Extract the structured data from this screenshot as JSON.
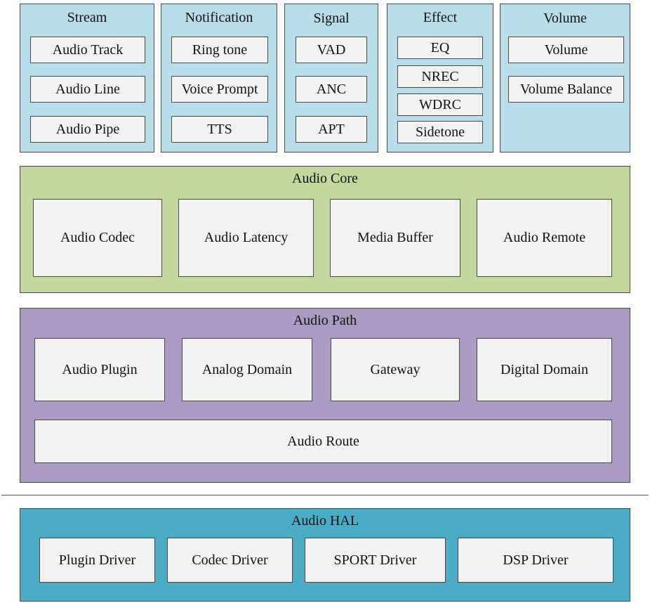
{
  "top_modules": {
    "stream": {
      "title": "Stream",
      "items": [
        "Audio Track",
        "Audio Line",
        "Audio Pipe"
      ]
    },
    "notification": {
      "title": "Notification",
      "items": [
        "Ring tone",
        "Voice Prompt",
        "TTS"
      ]
    },
    "signal": {
      "title": "Signal",
      "items": [
        "VAD",
        "ANC",
        "APT"
      ]
    },
    "effect": {
      "title": "Effect",
      "items": [
        "EQ",
        "NREC",
        "WDRC",
        "Sidetone"
      ]
    },
    "volume": {
      "title": "Volume",
      "items": [
        "Volume",
        "Volume Balance"
      ]
    }
  },
  "audio_core": {
    "title": "Audio Core",
    "items": [
      "Audio Codec",
      "Audio Latency",
      "Media Buffer",
      "Audio Remote"
    ]
  },
  "audio_path": {
    "title": "Audio Path",
    "items": [
      "Audio Plugin",
      "Analog Domain",
      "Gateway",
      "Digital Domain"
    ],
    "route": "Audio Route"
  },
  "audio_hal": {
    "title": "Audio HAL",
    "items": [
      "Plugin Driver",
      "Codec Driver",
      "SPORT Driver",
      "DSP Driver"
    ]
  },
  "colors": {
    "top_module_fill": "#b7dde8",
    "audio_core_fill": "#c3d69b",
    "audio_path_fill": "#a99bc2",
    "audio_hal_fill": "#4bacc6",
    "inner_box_fill": "#f2f2f2",
    "border": "#4a4a4a"
  }
}
